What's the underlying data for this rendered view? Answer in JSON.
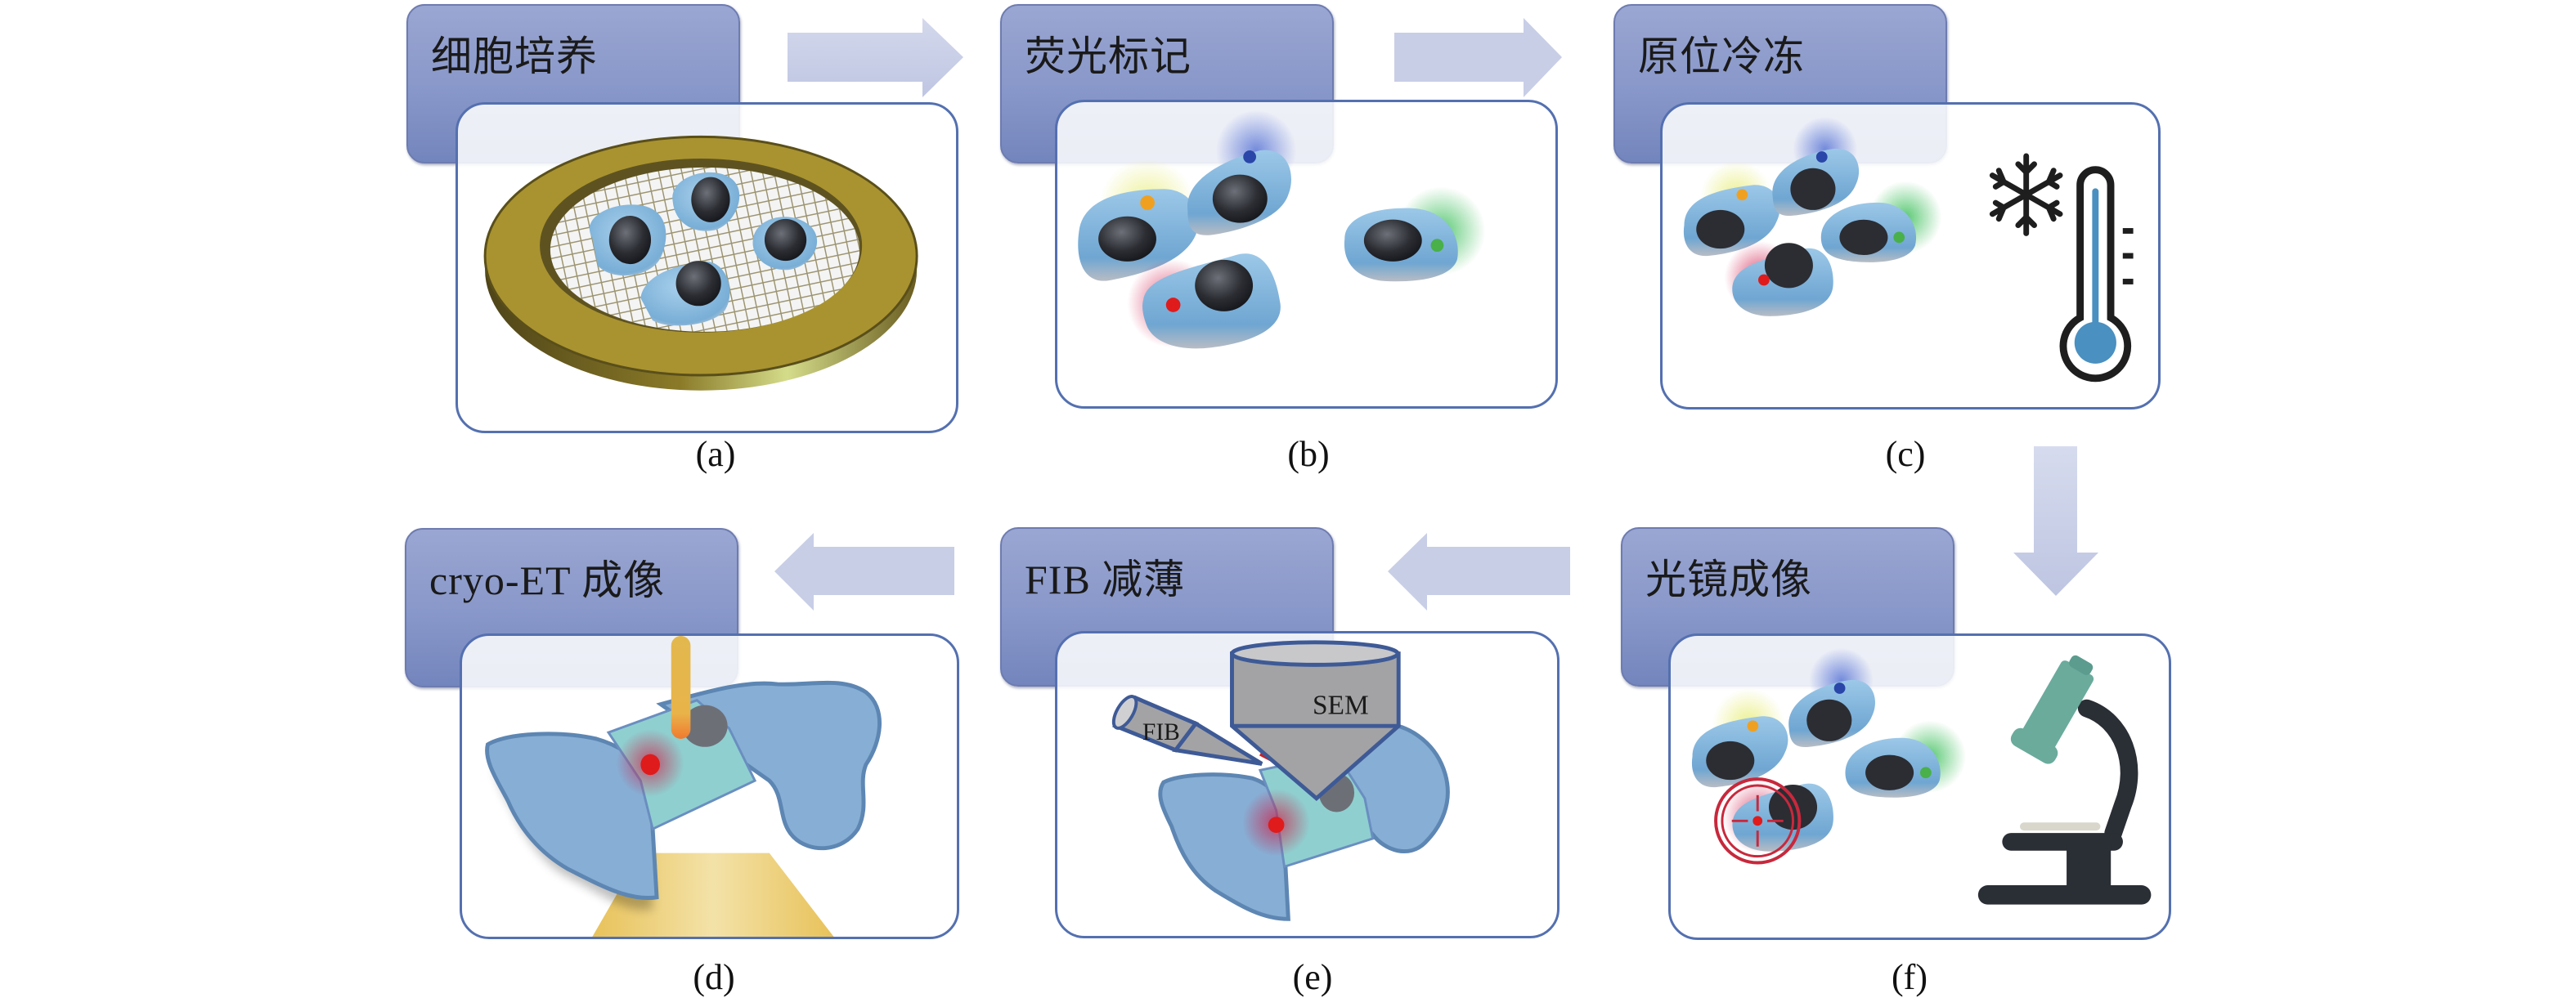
{
  "figure": {
    "steps": [
      {
        "id": "a",
        "title": "细胞培养",
        "label": "(a)"
      },
      {
        "id": "b",
        "title": "荧光标记",
        "label": "(b)"
      },
      {
        "id": "c",
        "title": "原位冷冻",
        "label": "(c)"
      },
      {
        "id": "d",
        "title": "cryo-ET 成像",
        "label": "(d)"
      },
      {
        "id": "e",
        "title": "FIB 减薄",
        "label": "(e)",
        "annotations": {
          "sem": "SEM",
          "fib": "FIB"
        }
      },
      {
        "id": "f",
        "title": "光镜成像",
        "label": "(f)"
      }
    ],
    "flow_order": [
      "a",
      "b",
      "c",
      "f",
      "e",
      "d"
    ],
    "colors": {
      "header_fill": "#8897c9",
      "panel_border": "#5470b0",
      "arrow_fill": "#c5cbe4",
      "cell_body": "#7fb3da",
      "nucleus": "#2b2d33",
      "grid_gold": "#a99330",
      "fluor_orange": "#f0a020",
      "fluor_blue": "#2a46a8",
      "fluor_green": "#49b04a",
      "fluor_red": "#e01b1b",
      "thermometer_fill": "#4a90c0",
      "microscope_body": "#2a2e35",
      "microscope_tube": "#6aab9c",
      "beam_yellow": "#e8c25a"
    }
  }
}
